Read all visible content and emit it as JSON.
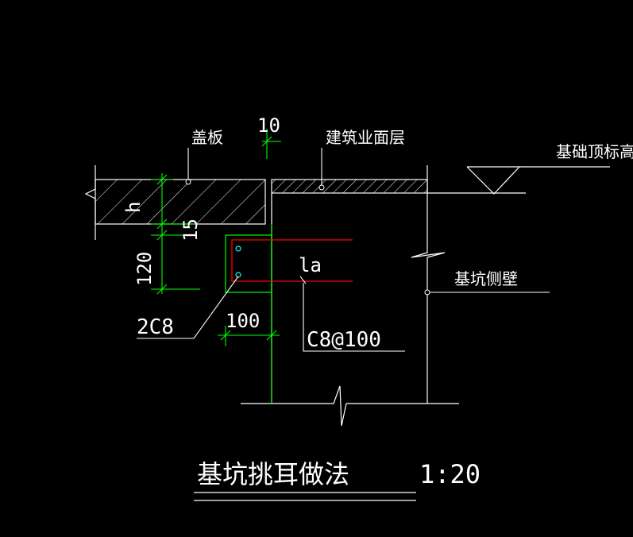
{
  "labels": {
    "cover_plate": "盖板",
    "finish_layer": "建筑业面层",
    "foundation_top": "基础顶标高",
    "pit_wall": "基坑侧壁",
    "title": "基坑挑耳做法",
    "scale": "1:20"
  },
  "dimensions": {
    "d10": "10",
    "d15": "15",
    "d120": "120",
    "d100": "100",
    "h": "h",
    "la": "la"
  },
  "rebar": {
    "main_bars": "2C8",
    "stirrup": "C8@100"
  },
  "colors": {
    "background": "#000000",
    "line": "#ffffff",
    "dimension": "#00ff00",
    "rebar": "#ff0000",
    "bar_dot": "#00ffff"
  }
}
